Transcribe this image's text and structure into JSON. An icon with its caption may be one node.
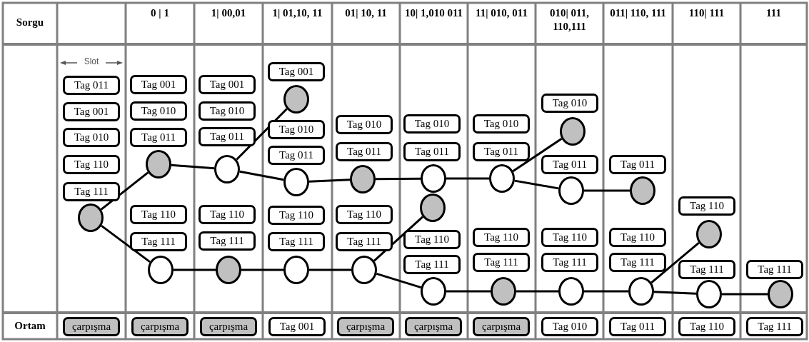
{
  "diagram": {
    "nodes": [
      {
        "text": [
          "Tag 011"
        ]
      },
      {
        "text": [
          "Tag 001"
        ]
      },
      {
        "text": [
          "Tag 010"
        ]
      },
      {
        "text": [
          "Tag 110"
        ]
      },
      {
        "text": [
          "Tag 111"
        ]
      },
      {
        "text": [],
        "shape": "circle"
      },
      {
        "text": [
          "Tag 001"
        ]
      },
      {
        "text": [
          "Tag 010"
        ]
      },
      {
        "text": [
          "Tag 011"
        ]
      },
      {
        "text": [],
        "shape": "circle"
      },
      {
        "text": [
          "Tag 110"
        ]
      },
      {
        "text": [
          "Tag 111"
        ]
      },
      {
        "text": [],
        "shape": "circle"
      },
      {
        "text": [
          "Tag 001"
        ]
      },
      {
        "text": [
          "Tag 010"
        ]
      },
      {
        "text": [
          "Tag 011"
        ]
      },
      {
        "text": [],
        "shape": "circle"
      },
      {
        "text": [
          "Tag 110"
        ]
      },
      {
        "text": [
          "Tag 111"
        ]
      },
      {
        "text": [],
        "shape": "circle"
      },
      {
        "text": [
          "Tag 001"
        ]
      },
      {
        "text": [],
        "shape": "circle"
      },
      {
        "text": [
          "Tag 010"
        ]
      },
      {
        "text": [
          "Tag 011"
        ]
      },
      {
        "text": [],
        "shape": "circle"
      },
      {
        "text": [
          "Tag 110"
        ]
      },
      {
        "text": [
          "Tag 111"
        ]
      },
      {
        "text": [],
        "shape": "circle"
      },
      {
        "text": [
          "Tag 010"
        ]
      },
      {
        "text": [
          "Tag 011"
        ]
      },
      {
        "text": [],
        "shape": "circle"
      },
      {
        "text": [
          "Tag 110"
        ]
      },
      {
        "text": [
          "Tag 111"
        ]
      },
      {
        "text": [],
        "shape": "circle"
      },
      {
        "text": [
          "Tag 010"
        ]
      },
      {
        "text": [
          "Tag 011"
        ]
      },
      {
        "text": [],
        "shape": "circle"
      },
      {
        "text": [],
        "shape": "circle"
      },
      {
        "text": [
          "Tag 110"
        ]
      },
      {
        "text": [
          "Tag 111"
        ]
      },
      {
        "text": [],
        "shape": "circle"
      },
      {
        "text": [
          "Tag 010"
        ]
      },
      {
        "text": [
          "Tag 011"
        ]
      },
      {
        "text": [],
        "shape": "circle"
      },
      {
        "text": [
          "Tag 110"
        ]
      },
      {
        "text": [
          "Tag 111"
        ]
      },
      {
        "text": [],
        "shape": "circle"
      },
      {
        "text": [
          "Tag 010"
        ]
      },
      {
        "text": [],
        "shape": "circle"
      },
      {
        "text": [
          "Tag 011"
        ]
      },
      {
        "text": [],
        "shape": "circle"
      },
      {
        "text": [
          "Tag 110"
        ]
      },
      {
        "text": [
          "Tag 111"
        ]
      },
      {
        "text": [],
        "shape": "circle"
      },
      {
        "text": [
          "Tag 011"
        ]
      },
      {
        "text": [],
        "shape": "circle"
      },
      {
        "text": [
          "Tag 110"
        ]
      },
      {
        "text": [
          "Tag 111"
        ]
      },
      {
        "text": [],
        "shape": "circle"
      },
      {
        "text": [
          "Tag 110"
        ]
      },
      {
        "text": [],
        "shape": "circle"
      },
      {
        "text": [
          "Tag 111"
        ]
      },
      {
        "text": [],
        "shape": "circle"
      },
      {
        "text": [
          "Tag 111"
        ]
      },
      {
        "text": [],
        "shape": "circle"
      },
      {
        "text": [
          "çarpışma"
        ]
      },
      {
        "text": [
          "çarpışma"
        ]
      },
      {
        "text": [
          "çarpışma"
        ]
      },
      {
        "text": [
          "Tag 001"
        ]
      },
      {
        "text": [
          "çarpışma"
        ]
      },
      {
        "text": [
          "çarpışma"
        ]
      },
      {
        "text": [
          "çarpışma"
        ]
      },
      {
        "text": [
          "Tag 010"
        ]
      },
      {
        "text": [
          "Tag 011"
        ]
      },
      {
        "text": [
          "Tag 110"
        ]
      },
      {
        "text": [
          "Tag 111"
        ]
      }
    ],
    "edges": [
      {
        "from": 5,
        "to": 9,
        "arrow": "none"
      },
      {
        "from": 5,
        "to": 12,
        "arrow": "none"
      },
      {
        "from": 9,
        "to": 16,
        "arrow": "none"
      },
      {
        "from": 16,
        "to": 21,
        "arrow": "none"
      },
      {
        "from": 16,
        "to": 24,
        "arrow": "none"
      },
      {
        "from": 24,
        "to": 30,
        "arrow": "none"
      },
      {
        "from": 30,
        "to": 36,
        "arrow": "none"
      },
      {
        "from": 36,
        "to": 43,
        "arrow": "none"
      },
      {
        "from": 43,
        "to": 48,
        "arrow": "none"
      },
      {
        "from": 43,
        "to": 50,
        "arrow": "none"
      },
      {
        "from": 50,
        "to": 55,
        "arrow": "none"
      },
      {
        "from": 12,
        "to": 19,
        "arrow": "none"
      },
      {
        "from": 19,
        "to": 27,
        "arrow": "none"
      },
      {
        "from": 27,
        "to": 33,
        "arrow": "none"
      },
      {
        "from": 33,
        "to": 37,
        "arrow": "none"
      },
      {
        "from": 33,
        "to": 40,
        "arrow": "none"
      },
      {
        "from": 40,
        "to": 46,
        "arrow": "none"
      },
      {
        "from": 46,
        "to": 53,
        "arrow": "none"
      },
      {
        "from": 53,
        "to": 58,
        "arrow": "none"
      },
      {
        "from": 58,
        "to": 60,
        "arrow": "none"
      },
      {
        "from": 58,
        "to": 62,
        "arrow": "none"
      },
      {
        "from": 62,
        "to": 64,
        "arrow": "none"
      }
    ],
    "labels": [
      "Sorgu",
      "0 | 1",
      "1| 00,01",
      "1| 01,10, 11",
      "01| 10, 11",
      "10| 1,010 011",
      "11| 010, 011",
      "010| 011, 110,111",
      "011| 110, 111",
      "110| 111",
      "111",
      "Slot",
      "Ortam"
    ]
  }
}
